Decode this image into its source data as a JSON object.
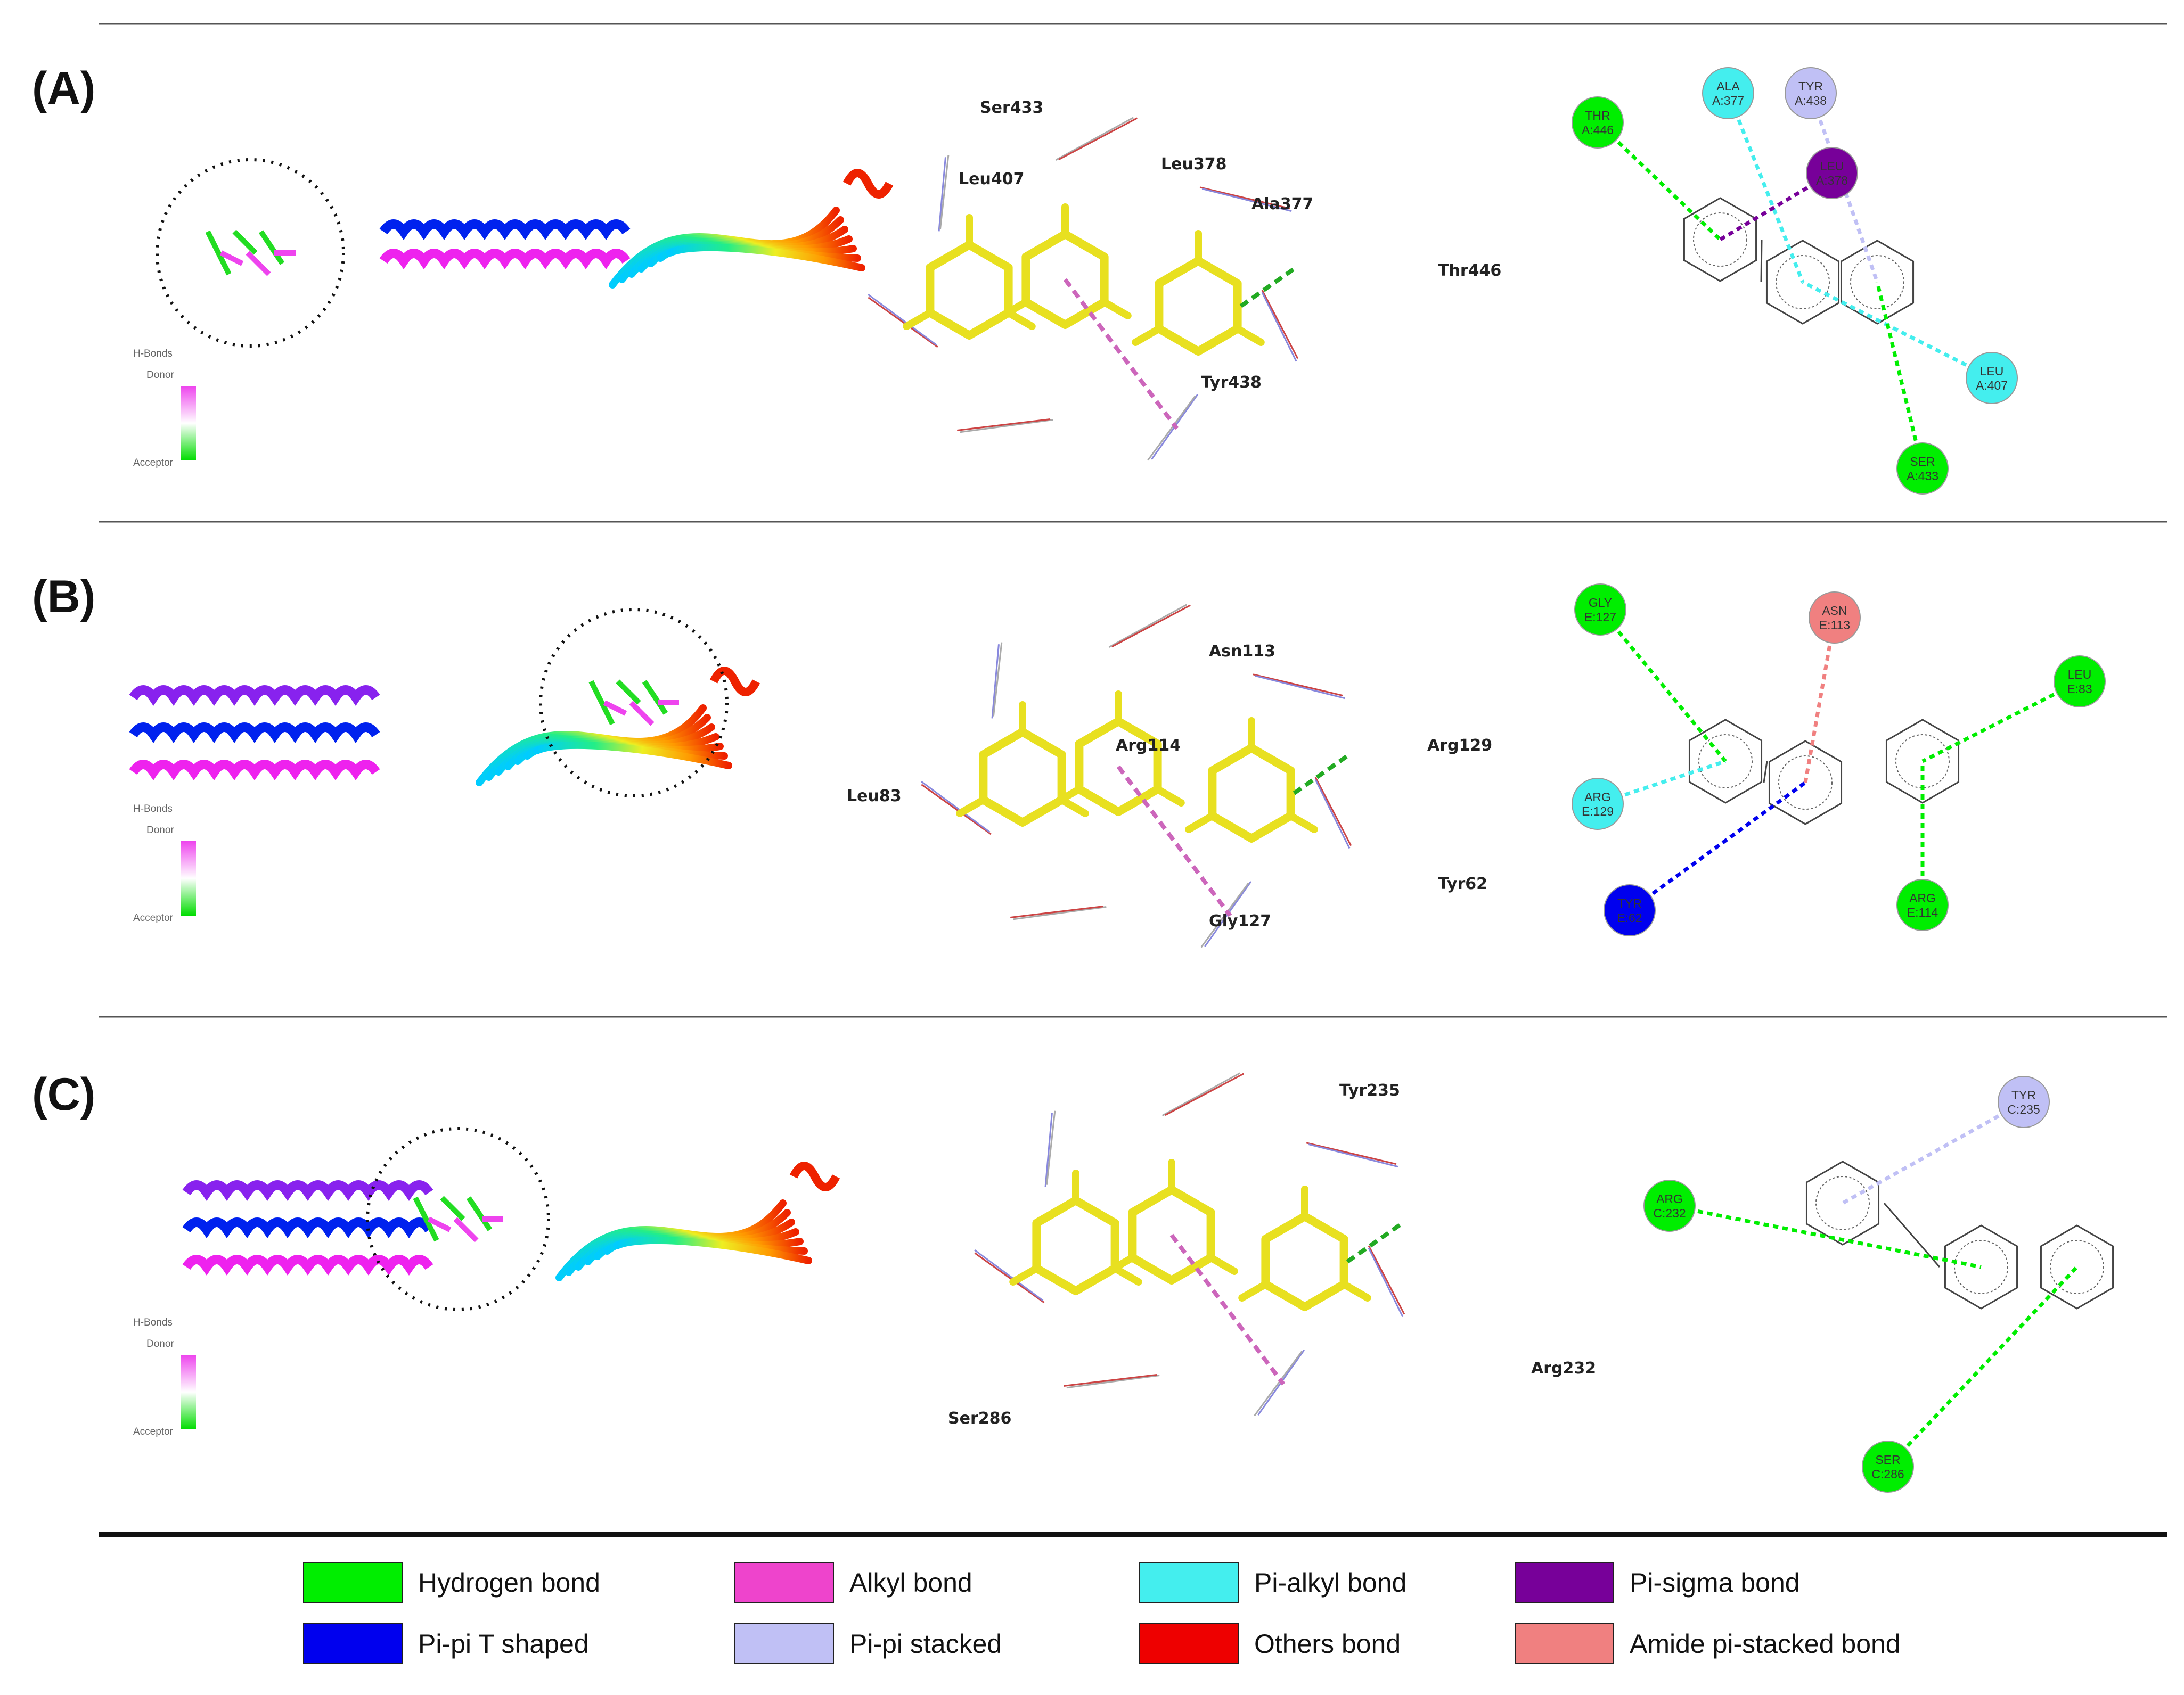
{
  "colors": {
    "hydrogen": "#00ee00",
    "alkyl": "#ee44cc",
    "pi_alkyl": "#44eeee",
    "pi_sigma": "#770099",
    "pi_pi_t": "#0000ee",
    "pi_pi_stacked": "#c0c0f5",
    "others": "#ee0000",
    "amide_pi": "#f08080",
    "ligand": "#e8e020"
  },
  "panels": [
    {
      "label": "(A)",
      "hbond": {
        "title": "H-Bonds",
        "donor": "Donor",
        "acceptor": "Acceptor"
      },
      "residues3d": [
        {
          "name": "Ser433"
        },
        {
          "name": "Leu407"
        },
        {
          "name": "Leu378"
        },
        {
          "name": "Ala377"
        },
        {
          "name": "Thr446"
        },
        {
          "name": "Tyr438"
        }
      ],
      "residues2d": [
        {
          "l1": "THR",
          "l2": "A:446",
          "bond": "hydrogen"
        },
        {
          "l1": "ALA",
          "l2": "A:377",
          "bond": "pi_alkyl"
        },
        {
          "l1": "TYR",
          "l2": "A:438",
          "bond": "pi_pi_stacked"
        },
        {
          "l1": "LEU",
          "l2": "A:378",
          "bond": "pi_sigma"
        },
        {
          "l1": "LEU",
          "l2": "A:407",
          "bond": "pi_alkyl"
        },
        {
          "l1": "SER",
          "l2": "A:433",
          "bond": "hydrogen"
        }
      ]
    },
    {
      "label": "(B)",
      "hbond": {
        "title": "H-Bonds",
        "donor": "Donor",
        "acceptor": "Acceptor"
      },
      "residues3d": [
        {
          "name": "Asn113"
        },
        {
          "name": "Arg114"
        },
        {
          "name": "Arg129"
        },
        {
          "name": "Leu83"
        },
        {
          "name": "Tyr62"
        },
        {
          "name": "Gly127"
        }
      ],
      "residues2d": [
        {
          "l1": "GLY",
          "l2": "E:127",
          "bond": "hydrogen"
        },
        {
          "l1": "ASN",
          "l2": "E:113",
          "bond": "amide_pi"
        },
        {
          "l1": "LEU",
          "l2": "E:83",
          "bond": "hydrogen"
        },
        {
          "l1": "ARG",
          "l2": "E:129",
          "bond": "pi_alkyl"
        },
        {
          "l1": "TYR",
          "l2": "E:62",
          "bond": "pi_pi_t"
        },
        {
          "l1": "ARG",
          "l2": "E:114",
          "bond": "hydrogen"
        }
      ]
    },
    {
      "label": "(C)",
      "hbond": {
        "title": "H-Bonds",
        "donor": "Donor",
        "acceptor": "Acceptor"
      },
      "residues3d": [
        {
          "name": "Tyr235"
        },
        {
          "name": "Arg232"
        },
        {
          "name": "Ser286"
        }
      ],
      "residues2d": [
        {
          "l1": "TYR",
          "l2": "C:235",
          "bond": "pi_pi_stacked"
        },
        {
          "l1": "ARG",
          "l2": "C:232",
          "bond": "hydrogen"
        },
        {
          "l1": "SER",
          "l2": "C:286",
          "bond": "hydrogen"
        }
      ]
    }
  ],
  "legend": [
    {
      "label": "Hydrogen bond",
      "color": "#00ee00"
    },
    {
      "label": "Alkyl bond",
      "color": "#ee44cc"
    },
    {
      "label": "Pi-alkyl bond",
      "color": "#44eeee"
    },
    {
      "label": "Pi-sigma bond",
      "color": "#770099"
    },
    {
      "label": "Pi-pi T shaped",
      "color": "#0000ee"
    },
    {
      "label": "Pi-pi stacked",
      "color": "#c0c0f5"
    },
    {
      "label": "Others bond",
      "color": "#ee0000"
    },
    {
      "label": "Amide pi-stacked bond",
      "color": "#f08080"
    }
  ]
}
